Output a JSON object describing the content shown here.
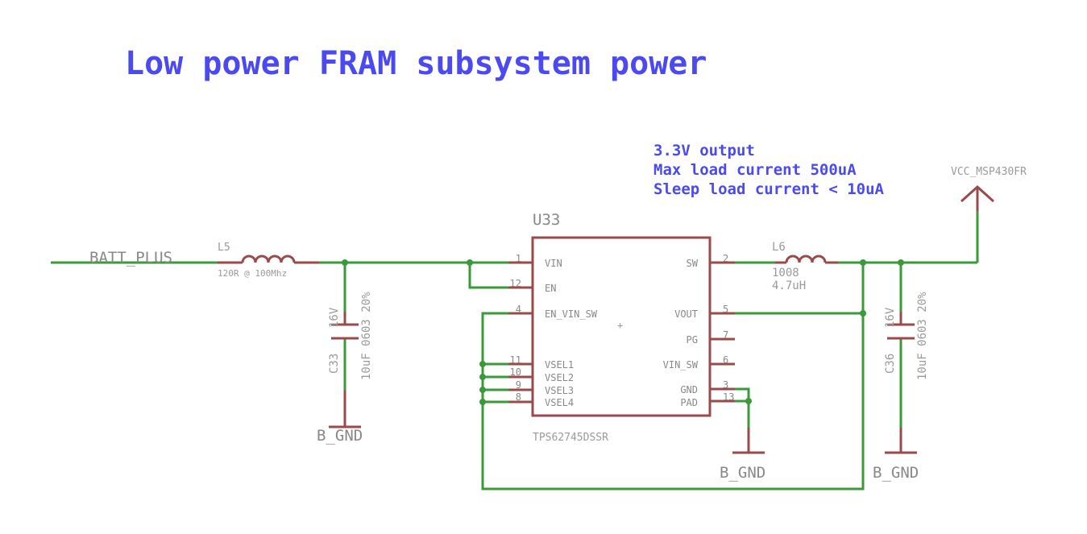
{
  "title": "Low power FRAM subsystem power",
  "notes": [
    "3.3V output",
    "Max load current 500uA",
    "Sleep load current < 10uA"
  ],
  "colors": {
    "wire": "#3a9a3a",
    "part": "#9a4a4a",
    "text_part": "#9a9a9a",
    "label": "#888888",
    "note": "#4a4af0"
  },
  "nets": {
    "batt": "BATT_PLUS",
    "vcc": "VCC_MSP430FR",
    "gnd": "B_GND"
  },
  "l5": {
    "name": "L5",
    "value": "120R @ 100Mhz"
  },
  "l6": {
    "name": "L6",
    "size": "1008",
    "value": "4.7uH"
  },
  "c33": {
    "name": "C33",
    "voltage": "16V",
    "value": "10uF 0603 20%"
  },
  "c36": {
    "name": "C36",
    "voltage": "16V",
    "value": "10uF 0603 20%"
  },
  "u33": {
    "name": "U33",
    "part": "TPS62745DSSR",
    "left_pins": [
      {
        "num": "1",
        "name": "VIN"
      },
      {
        "num": "12",
        "name": "EN"
      },
      {
        "num": "4",
        "name": "EN_VIN_SW"
      },
      {
        "num": "11",
        "name": "VSEL1"
      },
      {
        "num": "10",
        "name": "VSEL2"
      },
      {
        "num": "9",
        "name": "VSEL3"
      },
      {
        "num": "8",
        "name": "VSEL4"
      }
    ],
    "right_pins": [
      {
        "num": "2",
        "name": "SW"
      },
      {
        "num": "5",
        "name": "VOUT"
      },
      {
        "num": "7",
        "name": "PG"
      },
      {
        "num": "6",
        "name": "VIN_SW"
      },
      {
        "num": "3",
        "name": "GND"
      },
      {
        "num": "13",
        "name": "PAD"
      }
    ]
  }
}
